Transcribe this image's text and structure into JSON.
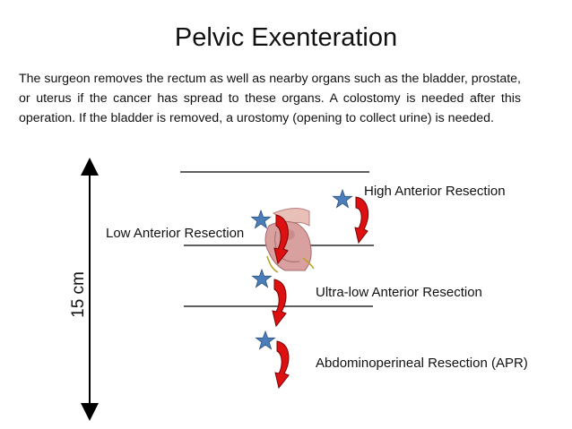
{
  "title": "Pelvic Exenteration",
  "description": "The surgeon removes the rectum as well as nearby organs such as the bladder, prostate, or uterus if the cancer has spread to these organs. A colostomy is needed after this operation. If the bladder is removed, a urostomy (opening to collect urine) is needed.",
  "measure_label": "15 cm",
  "resections": {
    "high": "High Anterior Resection",
    "low": "Low Anterior Resection",
    "ultra_low": "Ultra-low Anterior Resection",
    "apr": "Abdominoperineal Resection (APR)"
  },
  "colors": {
    "arrow_red": "#dd1111",
    "star_blue": "#4a7ebb",
    "anatomy_pink": "#d9a0a0"
  }
}
